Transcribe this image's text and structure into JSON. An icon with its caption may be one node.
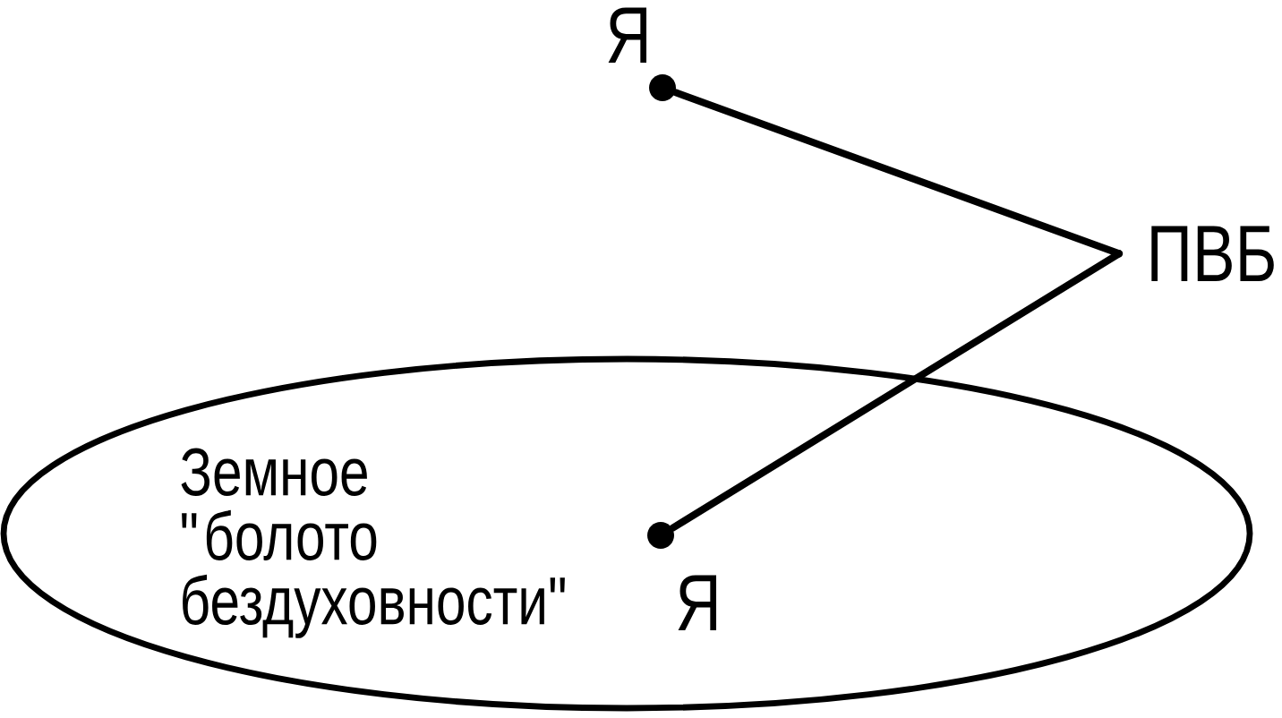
{
  "diagram": {
    "nodes": [
      {
        "text": [
          "Я"
        ]
      },
      {
        "text": [
          "ПВБ"
        ]
      },
      {
        "text": [
          "Земное \"болото бездуховности\""
        ]
      },
      {
        "text": [
          "Я"
        ],
        "in": 2
      }
    ],
    "edges": [
      {
        "from": 0,
        "to": 1,
        "arrow": "none"
      },
      {
        "from": 1,
        "to": 3,
        "arrow": "none"
      }
    ]
  }
}
